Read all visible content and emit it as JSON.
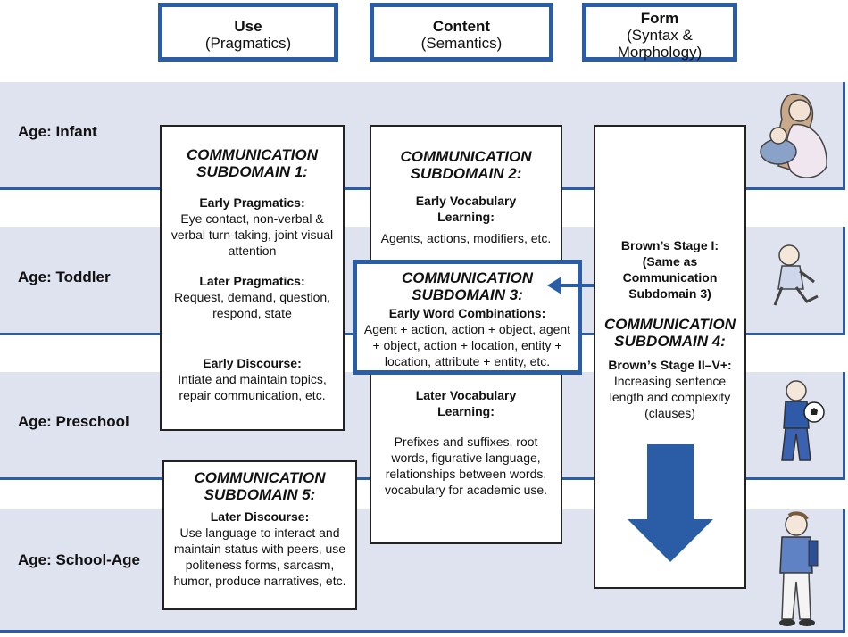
{
  "headers": [
    {
      "title": "Use",
      "subtitle": "(Pragmatics)"
    },
    {
      "title": "Content",
      "subtitle": "(Semantics)"
    },
    {
      "title": "Form",
      "subtitle": "(Syntax & Morphology)"
    }
  ],
  "ages": [
    "Age: Infant",
    "Age: Toddler",
    "Age: Preschool",
    "Age: School-Age"
  ],
  "sd1": {
    "title": "COMMUNICATION SUBDOMAIN 1:",
    "early_h": "Early Pragmatics:",
    "early_p": "Eye contact, non-verbal & verbal turn-taking, joint visual attention",
    "later_h": "Later Pragmatics:",
    "later_p": "Request, demand, question, respond, state",
    "disc_h": "Early Discourse:",
    "disc_p": "Intiate and maintain topics, repair communication, etc."
  },
  "sd2": {
    "title": "COMMUNICATION SUBDOMAIN 2:",
    "early_h": "Early Vocabulary Learning:",
    "early_p": "Agents, actions, modifiers, etc.",
    "later_h": "Later Vocabulary Learning:",
    "later_p": "Prefixes and suffixes, root words, figurative language, relationships between words, vocabulary for academic use."
  },
  "sd3": {
    "title": "COMMUNICATION SUBDOMAIN 3:",
    "h": "Early Word Combinations:",
    "p": "Agent + action, action + object, agent + object, action + location, entity + location, attribute + entity, etc."
  },
  "sd4": {
    "stage1_h": "Brown’s Stage I: (Same as Communication Subdomain 3)",
    "title": "COMMUNICATION SUBDOMAIN 4:",
    "stage2_h": "Brown’s Stage II–V+:",
    "stage2_p": "Increasing sentence length and complexity (clauses)"
  },
  "sd5": {
    "title": "COMMUNICATION SUBDOMAIN 5:",
    "h": "Later Discourse:",
    "p": "Use language to interact and maintain status with peers, use politeness forms, sarcasm, humor, produce narratives, etc."
  },
  "colors": {
    "accent": "#2b5da6",
    "band": "#dfe3ef"
  }
}
